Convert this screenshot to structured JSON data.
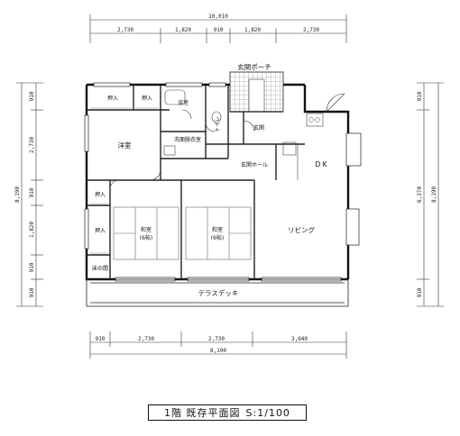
{
  "caption": {
    "title": "1階 既存平面図",
    "scale": "S:1/100"
  },
  "dimensions": {
    "top_total": "10,010",
    "top_segments": [
      "2,730",
      "1,820",
      "910",
      "1,820",
      "2,730"
    ],
    "bottom_segments": [
      "910",
      "2,730",
      "2,730",
      "3,640"
    ],
    "bottom_total": "8,190",
    "left_segments": [
      "910",
      "2,730",
      "910",
      "1,820",
      "910",
      "910"
    ],
    "left_total": "8,190",
    "right_segments": [
      "910",
      "910"
    ],
    "right_total_a": "6,370",
    "right_total_b": "8,190"
  },
  "rooms": {
    "entrance_porch": "玄関ポーチ",
    "closet_1": "押入",
    "closet_2": "押入",
    "closet_3": "押入",
    "closet_4": "押入",
    "bathroom": "浴室",
    "toilet": "トイレ",
    "entrance": "玄関",
    "western_room": "洋室",
    "washroom": "洗面脱衣室",
    "hall": "玄関ホール",
    "dk": "D K",
    "japanese_room_1": "和室",
    "japanese_room_1_size": "(6帖)",
    "japanese_room_2": "和室",
    "japanese_room_2_size": "(6帖)",
    "living": "リビング",
    "tokonoma": "床の間",
    "terrace": "テラスデッキ"
  }
}
